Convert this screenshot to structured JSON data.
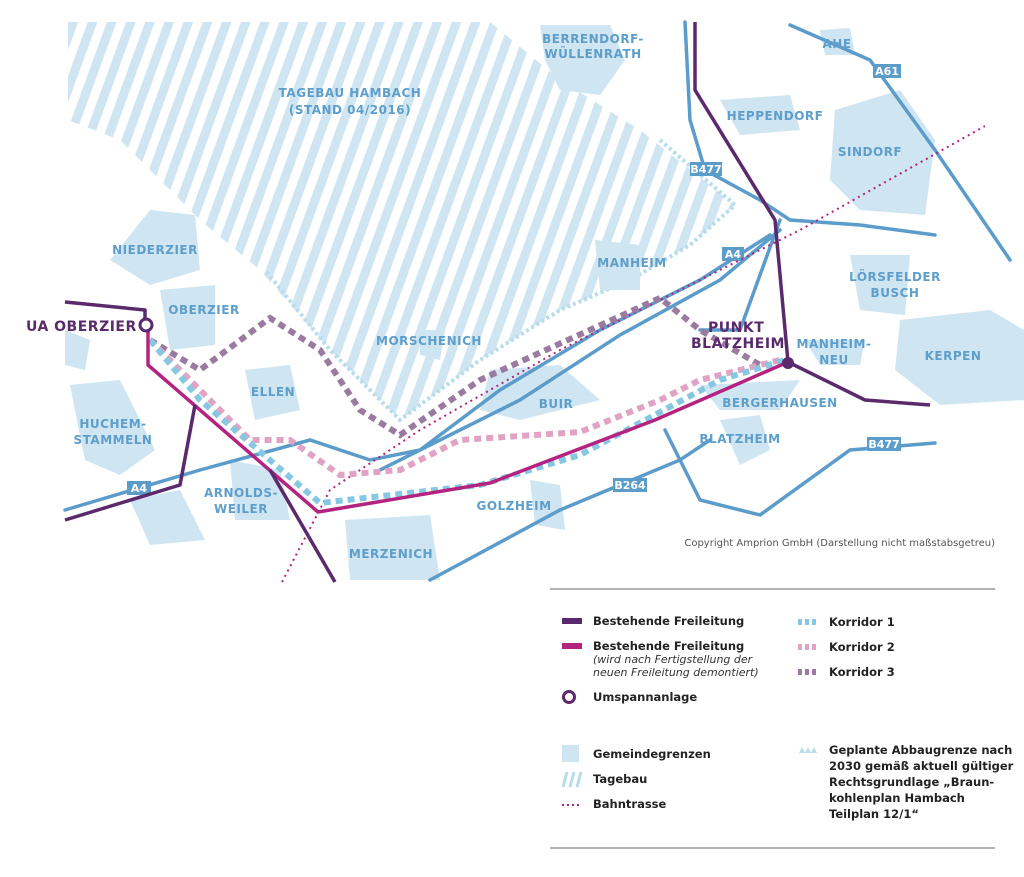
{
  "map": {
    "open_pit": [
      "TAGEBAU HAMBACH",
      "(STAND 04/2016)"
    ],
    "towns": {
      "berrendorf": [
        "BERRENDORF-",
        "WÜLLENRATH"
      ],
      "ahe": "AHE",
      "heppendorf": "HEPPENDORF",
      "sindorf": "SINDORF",
      "niederzier": "NIEDERZIER",
      "oberzier": "OBERZIER",
      "manheim": "MANHEIM",
      "loersfelder": [
        "LÖRSFELDER",
        "BUSCH"
      ],
      "morschenich": "MORSCHENICH",
      "manheim_neu": [
        "MANHEIM-",
        "NEU"
      ],
      "kerpen": "KERPEN",
      "ellen": "ELLEN",
      "buir": "BUIR",
      "bergerhausen": "BERGERHAUSEN",
      "huchem": [
        "HUCHEM-",
        "STAMMELN"
      ],
      "blatzheim": "BLATZHEIM",
      "arnoldsweiler": [
        "ARNOLDS-",
        "WEILER"
      ],
      "golzheim": "GOLZHEIM",
      "merzenich": "MERZENICH"
    },
    "roads": {
      "a61": "A61",
      "b477_north": "B477",
      "a4_east": "A4",
      "a4_west": "A4",
      "b477_east": "B477",
      "b264": "B264"
    },
    "points": {
      "ua_oberzier": "UA OBERZIER",
      "punkt_blatzheim": [
        "PUNKT",
        "BLATZHEIM"
      ]
    },
    "copyright": "Copyright Amprion GmbH (Darstellung nicht maßstabsgetreu)"
  },
  "legend": {
    "existing_line": "Bestehende Freileitung",
    "existing_line_dismantled": "Bestehende Freileitung",
    "existing_line_note": [
      "(wird nach Fertigstellung der",
      "neuen Freileitung demontiert)"
    ],
    "substation": "Umspannanlage",
    "municipal": "Gemeindegrenzen",
    "open_pit": "Tagebau",
    "railway": "Bahntrasse",
    "corridor1": "Korridor 1",
    "corridor2": "Korridor 2",
    "corridor3": "Korridor 3",
    "planned_limit": [
      "Geplante Abbaugrenze nach",
      "2030 gemäß aktuell gültiger",
      "Rechtsgrundlage „Braun-",
      "kohlenplan Hambach",
      "Teilplan 12/1“"
    ]
  },
  "colors": {
    "existing_line": "#5a2a6c",
    "dismantled_line": "#b3237f",
    "corridor1": "#86c8e2",
    "corridor2": "#e0a3c3",
    "corridor3": "#9a7b9f",
    "road": "#5c9ccb",
    "town": "#cfe5f1"
  }
}
